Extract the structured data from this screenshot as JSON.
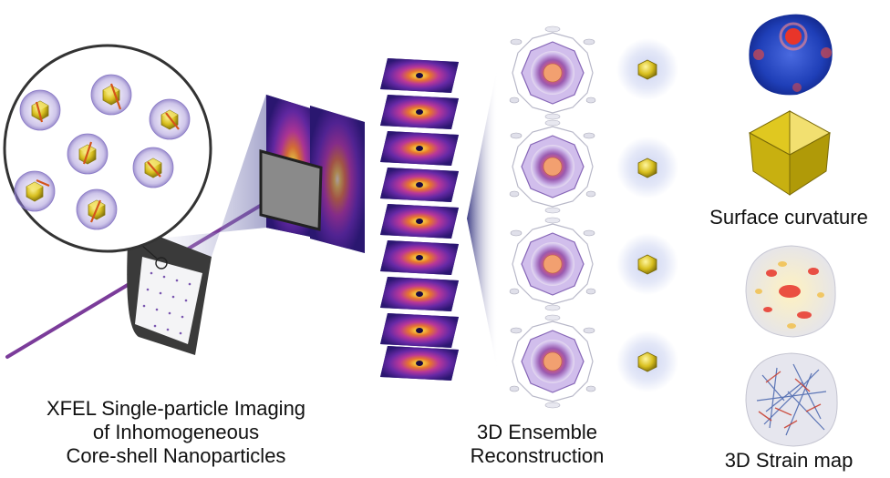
{
  "captions": {
    "xfel": {
      "line1": "XFEL Single-particle Imaging",
      "line2": "of Inhomogeneous",
      "line3": "Core-shell Nanoparticles"
    },
    "ensemble": {
      "line1": "3D Ensemble",
      "line2": "Reconstruction"
    },
    "surface_curvature": "Surface curvature",
    "strain_map": "3D Strain map"
  },
  "colors": {
    "beam": "#7b3c9a",
    "detector_frame": "#3a3a3a",
    "pattern_bg": "#3a1a78",
    "pattern_glow": "#ffd24a",
    "shell": "#b9a6e0",
    "core_gold": "#d8c02a",
    "curvature_blue": "#2a4fc8",
    "curvature_red": "#e8352a"
  },
  "icons": {
    "particle_glyph": "core-shell-nanoparticle",
    "orientation_arrow": "orientation-arrow"
  }
}
